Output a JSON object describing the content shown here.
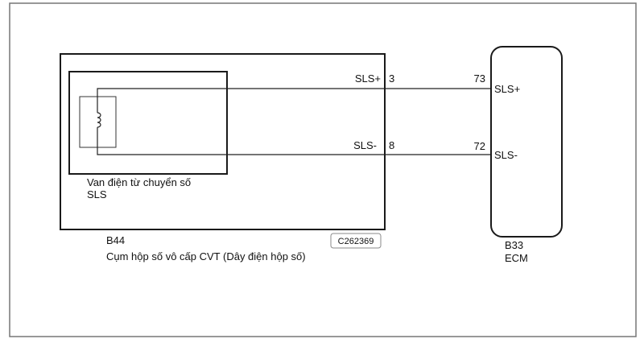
{
  "component_b44": {
    "code": "B44",
    "name": "Cụm hộp số vô cấp CVT (Dây điện hộp số)",
    "solenoid": {
      "name": "Van điện từ chuyển số",
      "short": "SLS"
    },
    "pins": [
      {
        "signal": "SLS+",
        "number": "3"
      },
      {
        "signal": "SLS-",
        "number": "8"
      }
    ]
  },
  "component_b33": {
    "code": "B33",
    "name": "ECM",
    "pins": [
      {
        "signal": "SLS+",
        "number": "73"
      },
      {
        "signal": "SLS-",
        "number": "72"
      }
    ]
  },
  "diagram_code": "C262369",
  "colors": {
    "background": "#ffffff",
    "frame": "#777777",
    "wire": "#222222"
  }
}
